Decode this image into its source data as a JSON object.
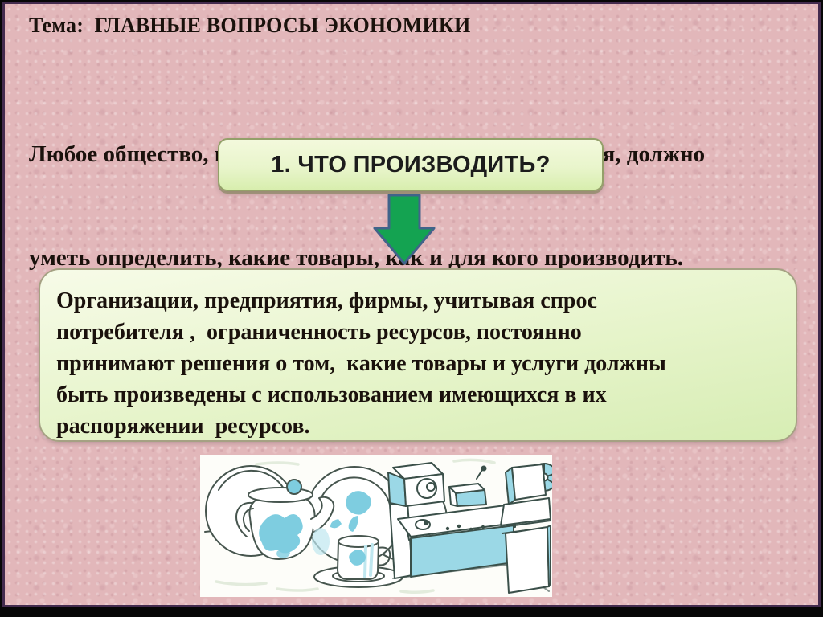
{
  "slide": {
    "title": "Тема:  ГЛАВНЫЕ ВОПРОСЫ ЭКОНОМИКИ",
    "intro_lines": [
      "Любое общество, независимо от уровня благосостояния, должно",
      "уметь определить, какие товары, как и для кого производить."
    ],
    "question_box": {
      "label": "1. ЧТО ПРОИЗВОДИТЬ?"
    },
    "arrow": {
      "fill": "#14a351",
      "outline": "#41638a"
    },
    "answer_box": {
      "lines": [
        "Организации, предприятия, фирмы, учитывая спрос",
        "потребителя ,  ограниченность ресурсов, постоянно",
        "принимают решения о том,  какие товары и услуги должны",
        "быть произведены с использованием имеющихся в их",
        "распоряжении  ресурсов."
      ]
    },
    "illustration": {
      "content": "line drawing: teapot, plates, cup with saucer and a lathe machine",
      "accent_color": "#7ecde0"
    },
    "colors": {
      "slide_background": "#e2b7ba",
      "frame_purple": "#432b4e",
      "question_box_border": "#94a06a",
      "answer_box_border": "#a5a183",
      "box_fill_light": "#f5fae3",
      "box_fill_dark": "#d7edb4",
      "text": "#1a110c"
    }
  }
}
